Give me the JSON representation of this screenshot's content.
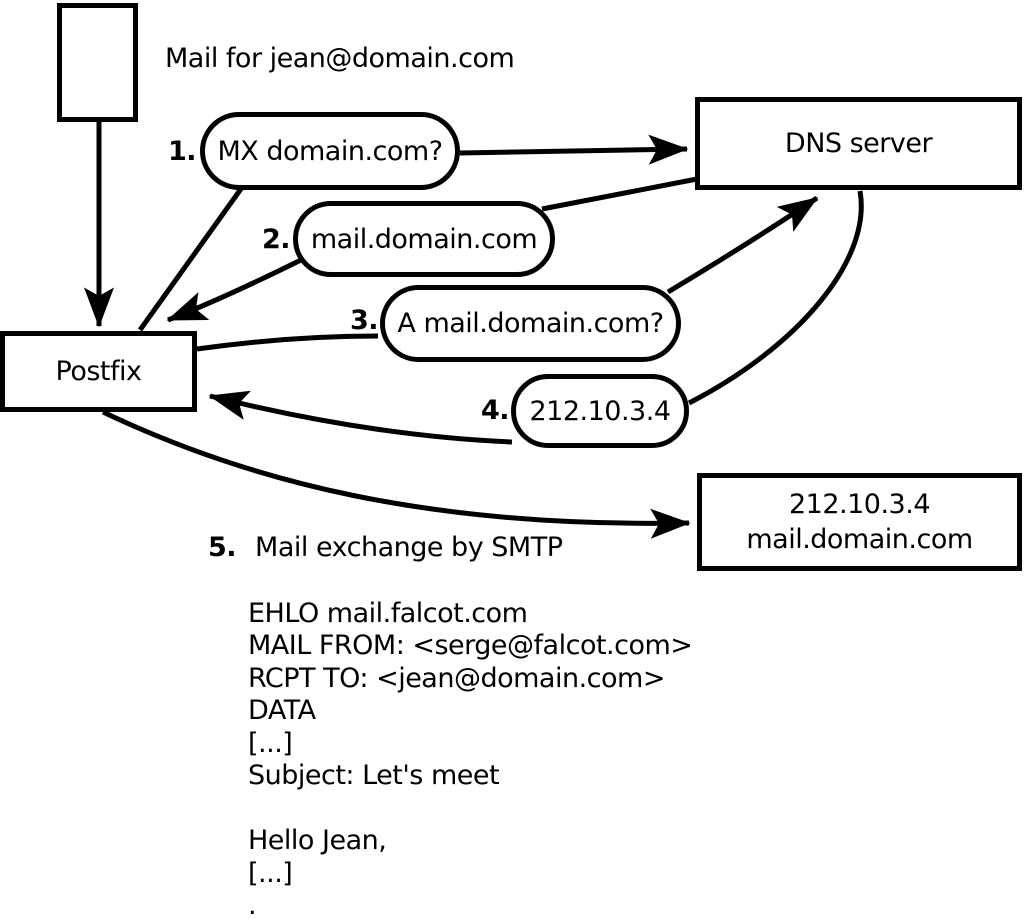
{
  "diagram": {
    "background": "#ffffff",
    "stroke_color": "#000000",
    "title": "Mail for jean@domain.com",
    "nodes": {
      "postfix": "Postfix",
      "dns_server": "DNS server",
      "mail_server_line1": "212.10.3.4",
      "mail_server_line2": "mail.domain.com"
    },
    "steps": [
      {
        "number": "1.",
        "label": "MX domain.com?"
      },
      {
        "number": "2.",
        "label": "mail.domain.com"
      },
      {
        "number": "3.",
        "label": "A mail.domain.com?"
      },
      {
        "number": "4.",
        "label": "212.10.3.4"
      },
      {
        "number": "5.",
        "label": "Mail exchange by SMTP"
      }
    ],
    "smtp_session": [
      "EHLO mail.falcot.com",
      "MAIL FROM: <serge@falcot.com>",
      "RCPT TO: <jean@domain.com>",
      "DATA",
      "[...]",
      "Subject: Let's meet",
      "",
      "Hello Jean,",
      "[...]",
      "."
    ]
  }
}
